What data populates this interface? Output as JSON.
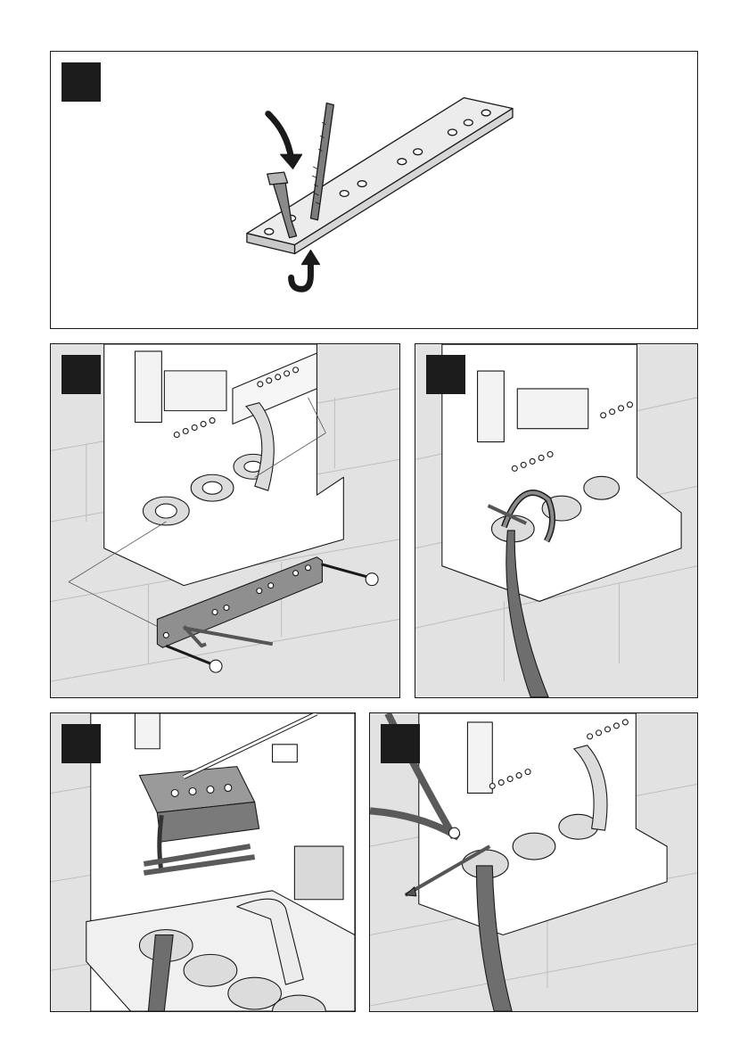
{
  "page": {
    "type": "installation-instruction-illustrations",
    "panels": [
      {
        "id": "p1",
        "step": "",
        "depicts": "strain-relief-bar-with-cable-tie"
      },
      {
        "id": "p2",
        "step": "",
        "depicts": "mounting-strain-relief-bar-with-screws"
      },
      {
        "id": "p3",
        "step": "",
        "depicts": "cable-fixed-with-tie"
      },
      {
        "id": "p4",
        "step": "",
        "depicts": "connecting-wires-to-terminal-block"
      },
      {
        "id": "p5",
        "step": "",
        "depicts": "cutting-cable-tie-with-pliers"
      }
    ]
  },
  "colors": {
    "line": "#1a1a1a",
    "badge": "#1c1c1c",
    "wall": "#e2e2e2",
    "cable": "#6e6e6e",
    "housing": "#ffffff",
    "metal": "#d9d9d9"
  },
  "icons": [
    "curved-arrow-icon",
    "screw-icon",
    "cable-tie-icon",
    "screwdriver-icon",
    "pliers-icon"
  ]
}
